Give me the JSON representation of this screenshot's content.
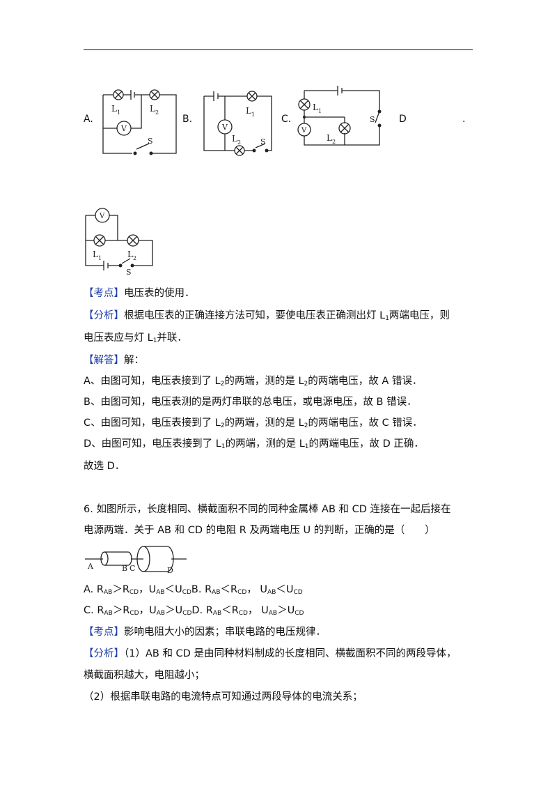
{
  "options_row": {
    "a_label": "A.",
    "b_label": "B.",
    "c_label": "C.",
    "d_label": "D",
    "trailing_dot": "."
  },
  "circuit_labels": {
    "l1": "L",
    "l2": "L",
    "sub1": "1",
    "sub2": "2",
    "voltmeter": "V",
    "switch": "S"
  },
  "q5": {
    "kaodian_tag": "【考点】",
    "kaodian_text": "电压表的使用．",
    "fenxi_tag": "【分析】",
    "fenxi_line1": "根据电压表的正确连接方法可知，要使电压表正确测出灯 L",
    "fenxi_line1_sub": "1",
    "fenxi_line1_end": "两端电压，则",
    "fenxi_line2": "电压表应与灯 L",
    "fenxi_line2_sub": "1",
    "fenxi_line2_end": "并联．",
    "jieda_tag": "【解答】",
    "jieda_text": "解：",
    "a_pre": "A、由图可知，电压表接到了 L",
    "a_sub1": "2",
    "a_mid": "的两端，测的是 L",
    "a_sub2": "2",
    "a_end": "的两端电压，故 A 错误．",
    "b_text": "B、由图可知，电压表测的是两灯串联的总电压，或电源电压，故 B 错误．",
    "c_pre": "C、由图可知，电压表接到了 L",
    "c_sub1": "2",
    "c_mid": "的两端，测的是 L",
    "c_sub2": "2",
    "c_end": "的两端电压，故 C 错误．",
    "d_pre": "D、由图可知，电压表接到了 L",
    "d_sub1": "1",
    "d_mid": "的两端，测的是 L",
    "d_sub2": "1",
    "d_end": "的两端电压，故 D 正确．",
    "choose": "故选 D．"
  },
  "q6": {
    "stem_line1": "6. 如图所示，长度相同、横截面积不同的同种金属棒 AB 和 CD 连接在一起后接在",
    "stem_line2": "电源两端．关于 AB 和 CD 的电阻 R 及两端电压 U 的判断，正确的是（　　）",
    "fig_a": "A",
    "fig_b": "B",
    "fig_c": "C",
    "fig_d": "D",
    "opt_a": "A. R",
    "opt_b": "B.  R",
    "opt_c": "C. R",
    "opt_d": "D.  R",
    "ab": "AB",
    "cd": "CD",
    "u": "U",
    "r": "R",
    "gt": "＞",
    "lt": "＜",
    "comma": "，",
    "comma2": "，  ",
    "kaodian_tag": "【考点】",
    "kaodian_text": "影响电阻大小的因素；串联电路的电压规律．",
    "fenxi_tag": "【分析】",
    "fenxi_line1": "（1）AB 和 CD 是由同种材料制成的长度相同、横截面积不同的两段导体，",
    "fenxi_line2": "横截面积越大，电阻越小；",
    "fenxi_line3": "（2）根据串联电路的电流特点可知通过两段导体的电流关系；"
  }
}
